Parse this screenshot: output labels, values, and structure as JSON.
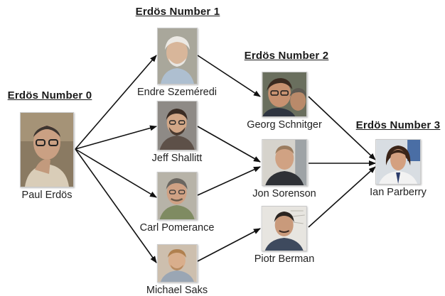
{
  "headings": {
    "level0": "Erdös Number 0",
    "level1": "Erdös Number 1",
    "level2": "Erdös Number 2",
    "level3": "Erdös Number 3"
  },
  "people": {
    "erdos": "Paul Erdös",
    "szemeredi": "Endre Szeméredi",
    "shallitt": "Jeff Shallitt",
    "pomerance": "Carl Pomerance",
    "saks": "Michael Saks",
    "schnitger": "Georg Schnitger",
    "sorenson": "Jon Sorenson",
    "berman": "Piotr Berman",
    "parberry": "Ian Parberry"
  }
}
